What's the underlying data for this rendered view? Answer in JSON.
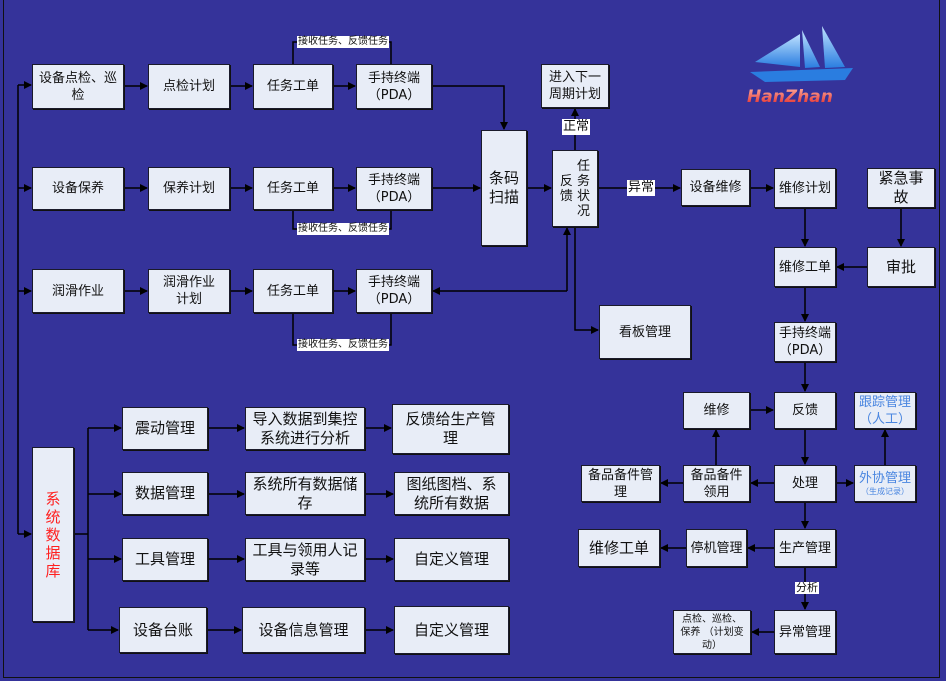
{
  "logo": {
    "text": "HanZhan"
  },
  "rows": [
    {
      "source": "设备点检、巡检",
      "plan": "点检计划",
      "order": "任务工单",
      "pda": "手持终端\n（PDA）",
      "note": "接收任务、反馈任务"
    },
    {
      "source": "设备保养",
      "plan": "保养计划",
      "order": "任务工单",
      "pda": "手持终端\n（PDA）",
      "note": "接收任务、反馈任务"
    },
    {
      "source": "润滑作业",
      "plan": "润滑作业\n计划",
      "order": "任务工单",
      "pda": "手持终端\n（PDA）",
      "note": "接收任务、反馈任务"
    }
  ],
  "center": {
    "barcode": "条码\n扫描",
    "status": "任\n反 务\n馈 状\n况",
    "next_cycle": "进入下一\n周期计划",
    "normal_label": "正常",
    "abnormal_label": "异常",
    "kanban": "看板管理"
  },
  "repair": {
    "equipment_repair": "设备维修",
    "repair_plan": "维修计划",
    "emergency": "紧急事\n故",
    "repair_order": "维修工单",
    "approval": "审批",
    "pda": "手持终端\n（PDA）",
    "tracking": "跟踪管理\n（人工）",
    "repair": "维修",
    "feedback": "反馈",
    "spare_mgmt": "备品备件管\n理",
    "spare_use": "备品备件\n领用",
    "process": "处理",
    "outsourcing": "外协管理",
    "outsourcing_sub": "（生成记录）",
    "repair_order2": "维修工单",
    "shutdown": "停机管理",
    "production": "生产管理",
    "analysis_label": "分析",
    "plan_change": "点检、巡检、\n保养 （计划变\n动）",
    "abnormal_mgmt": "异常管理"
  },
  "database": {
    "title": "系\n统\n数\n据\n库",
    "items": [
      {
        "module": "震动管理",
        "detail": "导入数据到集控\n系统进行分析",
        "result": "反馈给生产管\n理"
      },
      {
        "module": "数据管理",
        "detail": "系统所有数据储\n存",
        "result": "图纸图档、系\n统所有数据"
      },
      {
        "module": "工具管理",
        "detail": "工具与领用人记\n录等",
        "result": "自定义管理"
      },
      {
        "module": "设备台账",
        "detail": "设备信息管理",
        "result": "自定义管理"
      }
    ]
  },
  "colors": {
    "background": "#35339a",
    "box": "#e8edf7",
    "database_text": "#ff2020",
    "outsourcing_text": "#4a86e0"
  }
}
